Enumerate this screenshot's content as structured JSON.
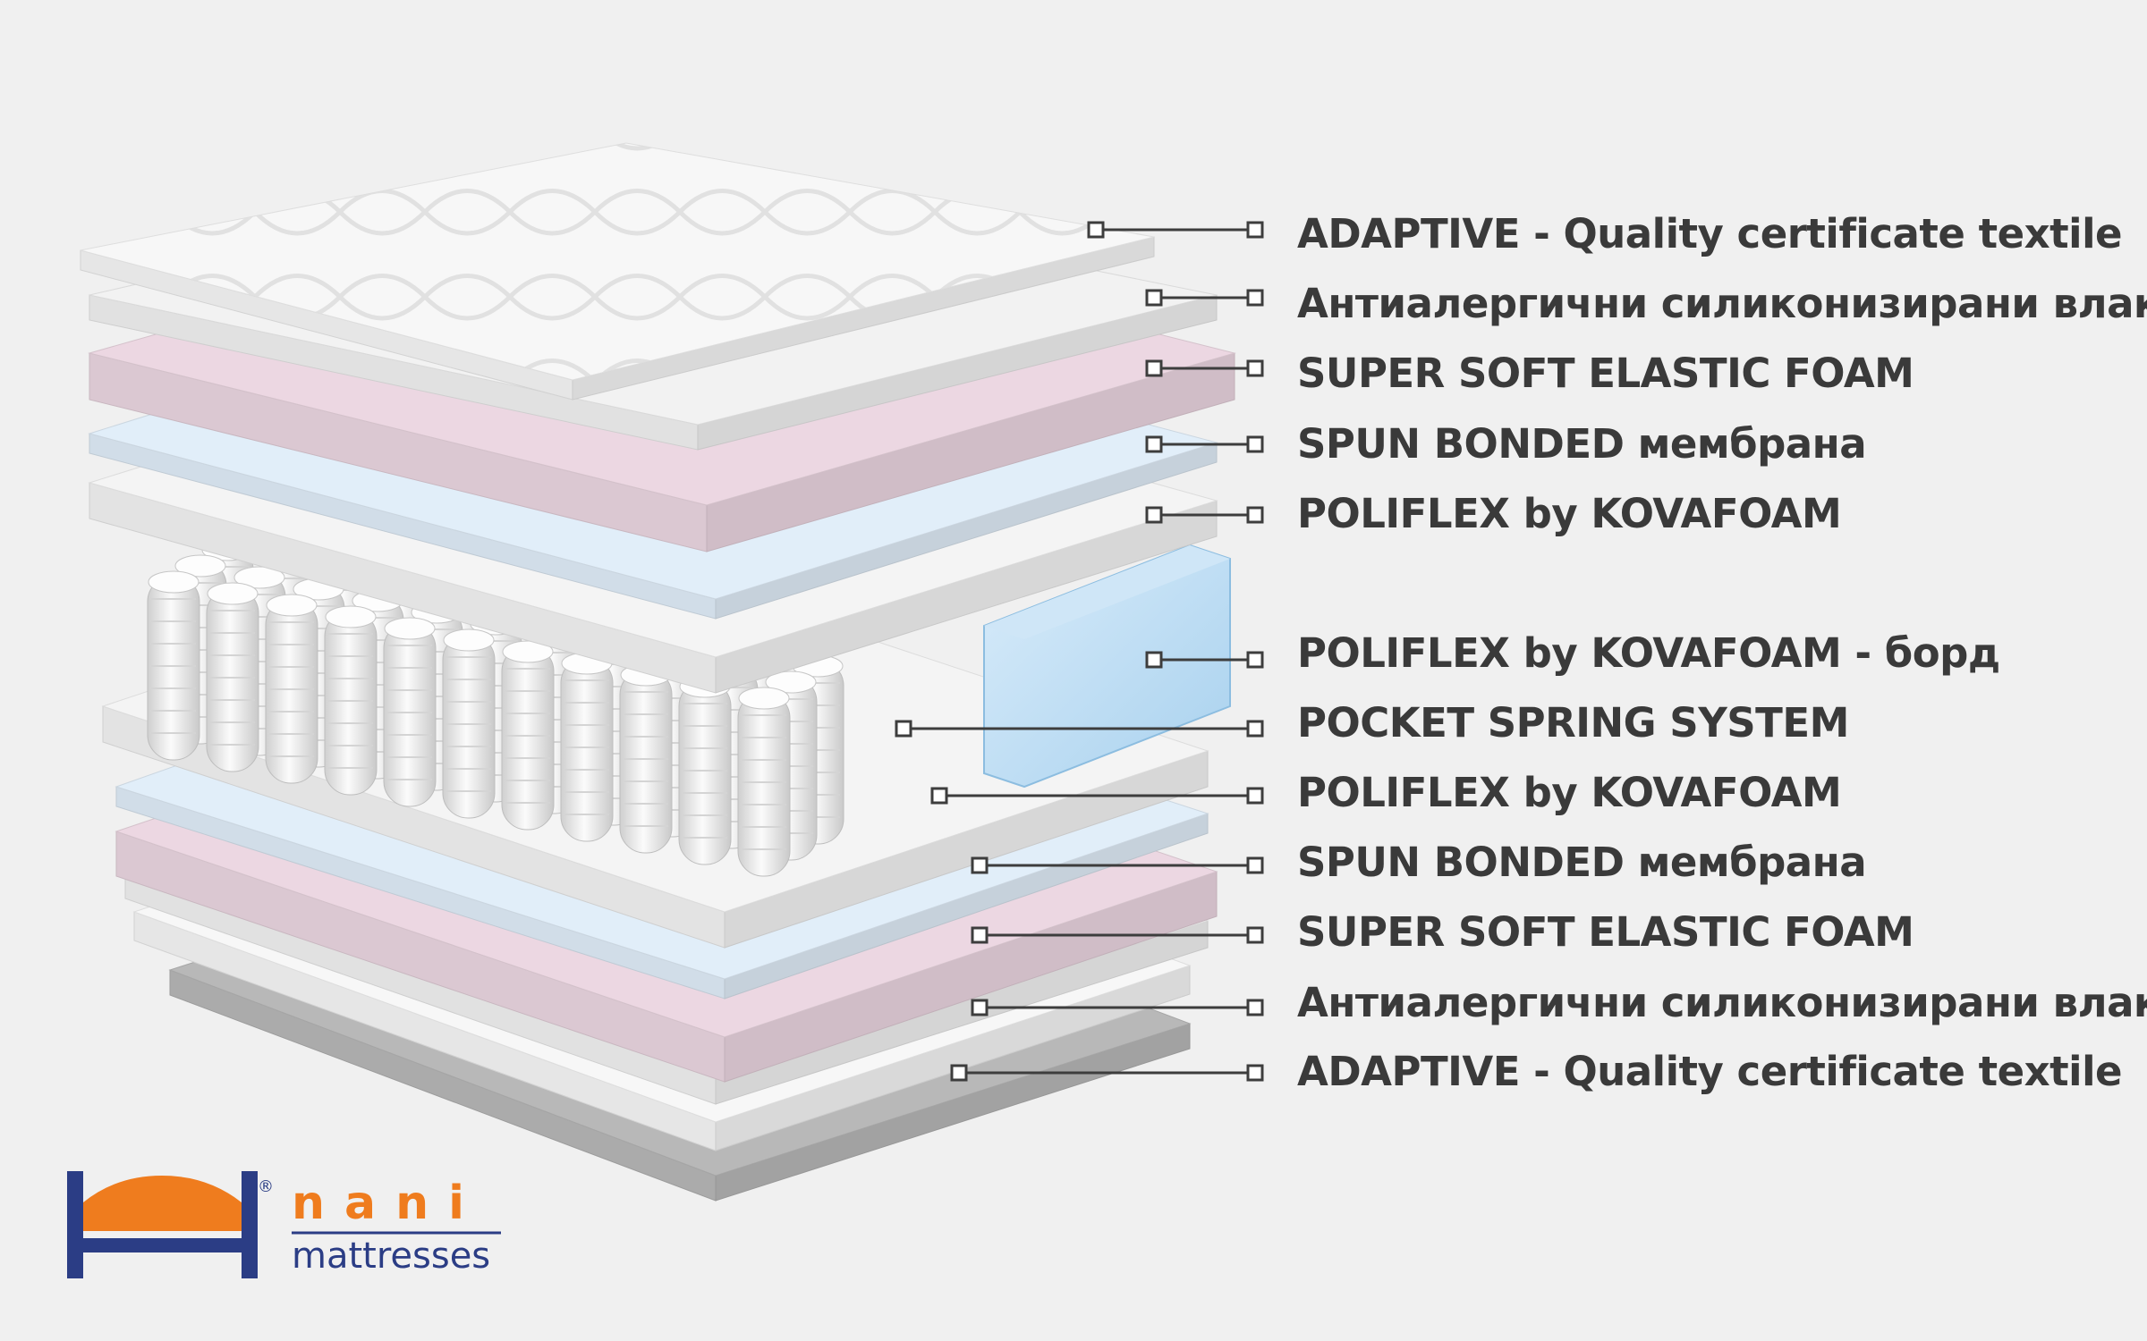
{
  "diagram": {
    "layers": [
      {
        "label": "ADAPTIVE - Quality certificate textile"
      },
      {
        "label": "Антиалергични силиконизирани влакна"
      },
      {
        "label": "SUPER SOFT ELASTIC FOAM"
      },
      {
        "label": "SPUN BONDED мембрана"
      },
      {
        "label": "POLIFLEX by KOVAFOAM"
      },
      {
        "label": "POLIFLEX by KOVAFOAM - борд"
      },
      {
        "label": "POCKET SPRING SYSTEM"
      },
      {
        "label": "POLIFLEX by KOVAFOAM"
      },
      {
        "label": "SPUN BONDED мембрана"
      },
      {
        "label": "SUPER SOFT ELASTIC FOAM"
      },
      {
        "label": "Антиалергични силиконизирани влакна"
      },
      {
        "label": "ADAPTIVE - Quality certificate textile"
      }
    ],
    "colors": {
      "textile": "#f7f7f7",
      "fibers": "#f2f2f2",
      "pink_foam": "#ecd7e2",
      "blue_membrane": "#e1eef9",
      "white_foam": "#f4f4f4",
      "blue_border": "#9ccaea",
      "spring": "#e9e9e9",
      "bottom_base": "#b8b8b8",
      "callout_line": "#3d3d3d",
      "text": "#3a3a3a"
    }
  },
  "logo": {
    "brand": "nani",
    "subtitle": "mattresses",
    "mark": "®",
    "colors": {
      "navy": "#2b3d85",
      "orange": "#ef7c1e"
    }
  }
}
